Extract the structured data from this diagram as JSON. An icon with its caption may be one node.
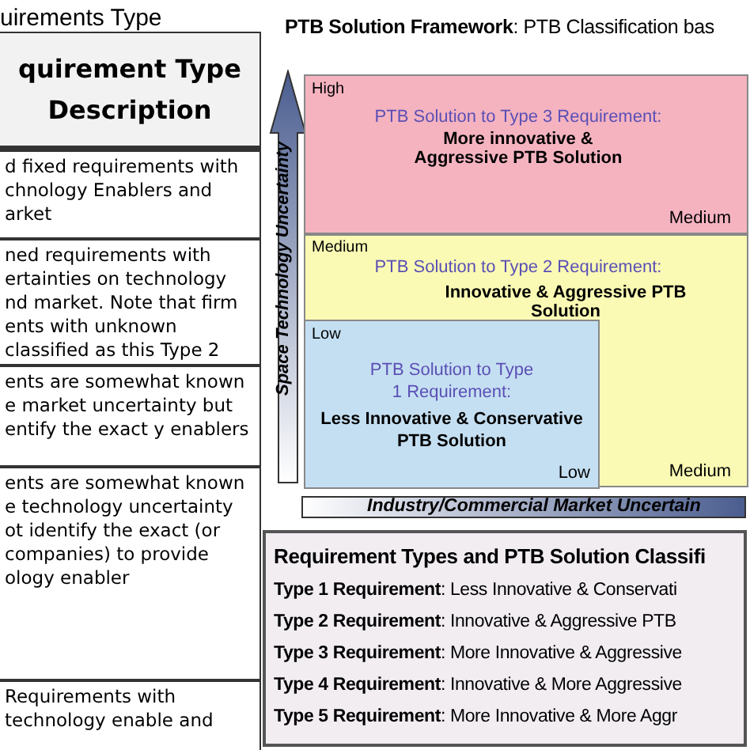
{
  "diagram": {
    "title": "**PTB Solution Framework**: PTB Classification bas",
    "nodes": [
      {
        "text": [
          "High",
          "PTB Solution to Type 3 Requirement:",
          "More innovative & Aggressive PTB Solution",
          "Medium"
        ]
      },
      {
        "text": [
          "Medium",
          "PTB Solution to Type 2 Requirement:",
          "Innovative & Aggressive PTB Solution",
          "Medium"
        ]
      },
      {
        "text": [
          "Low",
          "PTB Solution to Type 1 Requirement:",
          "Less Innovative & Conservative PTB Solution",
          "Low"
        ],
        "in": 1
      },
      {
        "text": [
          "Requirement Types and PTB Solution Classifi",
          "**Type 1 Requirement**: Less Innovative  & Conservati",
          "**Type 2 Requirement**: Innovative  & Aggressive PTB",
          "**Type 3 Requirement**: More Innovative  & Aggressive",
          "**Type 4 Requirement**: Innovative  & More Aggressive",
          "**Type 5 Requirement**: More Innovative  & More Aggr"
        ]
      }
    ],
    "edges": [],
    "labels": [
      "uirements Type",
      "quirement Type Description",
      "d fixed requirements with chnology Enablers and arket",
      "ned requirements with ertainties on technology nd market. Note that firm ents with unknown classified as this Type 2",
      "ents are somewhat known e market uncertainty but entify the exact y enablers",
      "ents are somewhat known e technology uncertainty ot identify the exact (or companies) to provide ology enabler",
      "Requirements with technology enable and",
      "Space Technology Uncertainty",
      "Industry/Commercial Market Uncertain"
    ]
  }
}
